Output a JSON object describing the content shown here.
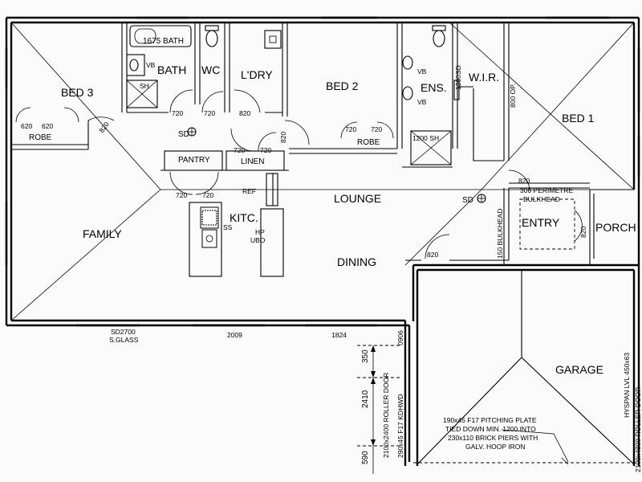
{
  "rooms": {
    "bed3": "BED 3",
    "bath": "BATH",
    "wc": "WC",
    "laundry": "L'DRY",
    "bed2": "BED 2",
    "ensuite": "ENS.",
    "wir": "W.I.R.",
    "bed1": "BED 1",
    "family": "FAMILY",
    "kitchen": "KITC.",
    "lounge": "LOUNGE",
    "dining": "DINING",
    "entry": "ENTRY",
    "porch": "PORCH",
    "garage": "GARAGE",
    "pantry": "PANTRY",
    "linen": "LINEN"
  },
  "labels": {
    "robe_bed3": "ROBE",
    "robe_bed2": "ROBE",
    "bath_tub": "1675 BATH",
    "vb": "VB",
    "sh": "SH",
    "vb_ens_1": "VB",
    "vb_ens_2": "VB",
    "ens_sh": "1200 SH",
    "ens_side": "1200SD",
    "wir_side": "800 OP.",
    "sd1": "SD",
    "sd2": "SD",
    "ref": "REF",
    "ss": "SS",
    "hp": "HP",
    "ubo": "UBO",
    "bulkhead": "BULKHEAD",
    "bulkhead_side": "150 BULKHEAD",
    "perimetre": "300 PERIMETRE"
  },
  "doors": {
    "d_bed3_robe_1": "620",
    "d_bed3_robe_2": "620",
    "d_bed3": "820",
    "d_bath": "720",
    "d_wc": "720",
    "d_ldry": "820",
    "d_linen_1": "720",
    "d_linen_2": "720",
    "d_hall": "820",
    "d_bed2_robe_1": "720",
    "d_bed2_robe_2": "720",
    "d_pantry_1": "720",
    "d_pantry_2": "720",
    "d_bed1": "820",
    "d_entry": "820",
    "d_dining": "820"
  },
  "dimensions": {
    "sd2700": "SD2700",
    "sglass": "S.GLASS",
    "w2009": "2009",
    "w1824": "1824",
    "d350": "350",
    "d2410": "2410",
    "d590": "590",
    "d0906": "0906",
    "roller_left": "2100x2400 ROLLER DOOR",
    "kdhwd": "290x45 F17 KDHWD",
    "hyspan": "HYSPAN LVL 450x63",
    "roller_right": "2100x4800 ROLLER DOOR"
  },
  "notes": {
    "line1": "190x45 F17 PITCHING PLATE",
    "line2": "TIED DOWN MIN. 1200 INTO",
    "line3": "230x110 BRICK PIERS WITH",
    "line4": "GALV. HOOP IRON"
  }
}
